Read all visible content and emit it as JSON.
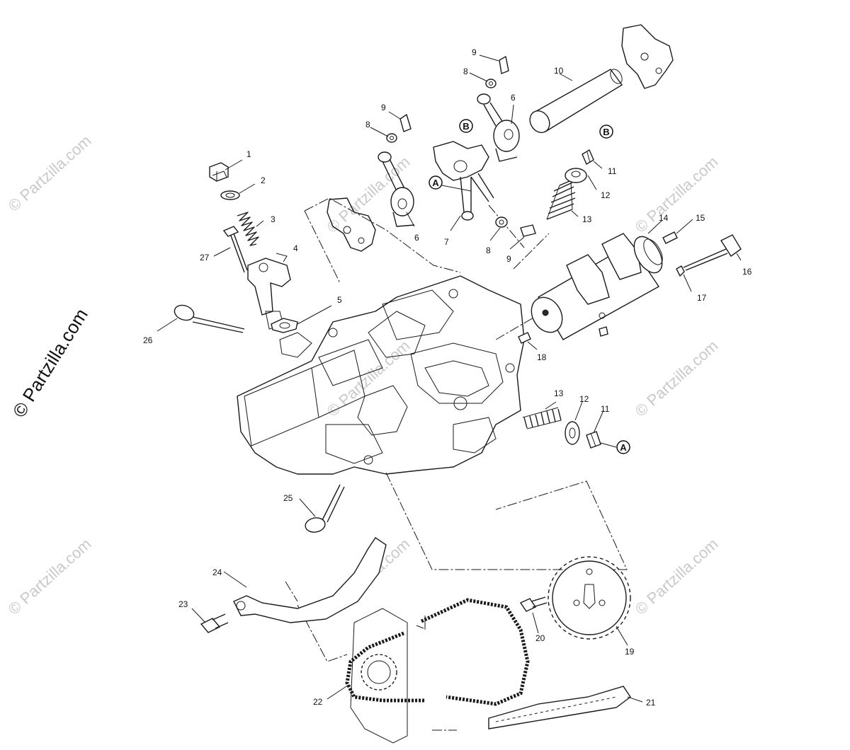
{
  "watermarks": {
    "main": "© Partzilla.com",
    "faint": "© Partzilla.com"
  },
  "refs": {
    "A": "A",
    "B": "B"
  },
  "callouts": {
    "p1": "1",
    "p2": "2",
    "p3": "3",
    "p4": "4",
    "p5": "5",
    "p6a": "6",
    "p6b": "6",
    "p7": "7",
    "p8a": "8",
    "p8b": "8",
    "p8c": "8",
    "p9a": "9",
    "p9b": "9",
    "p9c": "9",
    "p10": "10",
    "p11a": "11",
    "p11b": "11",
    "p12a": "12",
    "p12b": "12",
    "p13a": "13",
    "p13b": "13",
    "p14": "14",
    "p15": "15",
    "p16": "16",
    "p17": "17",
    "p18": "18",
    "p19": "19",
    "p20": "20",
    "p21": "21",
    "p22": "22",
    "p23": "23",
    "p24": "24",
    "p25": "25",
    "p26": "26",
    "p27": "27"
  }
}
